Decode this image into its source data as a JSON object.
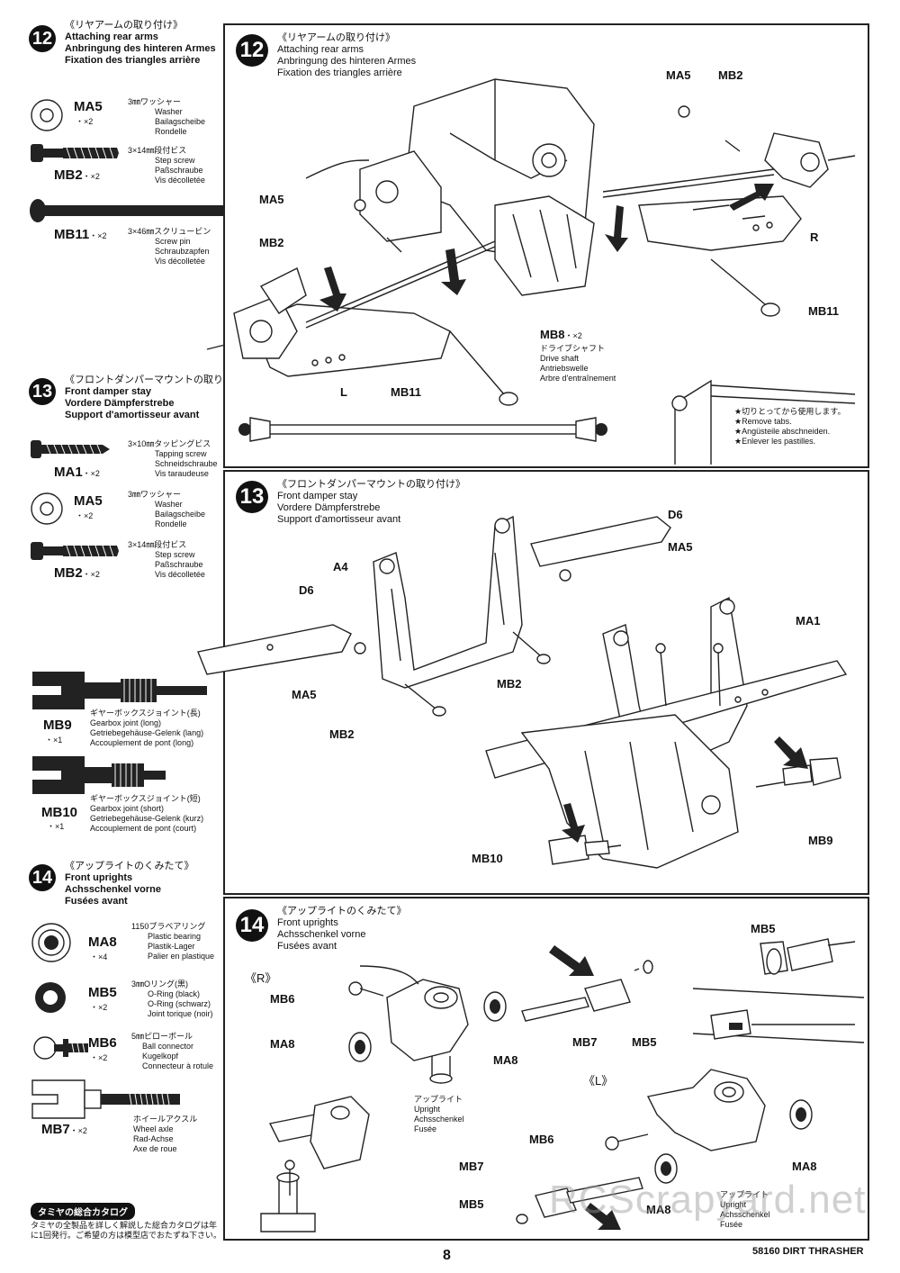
{
  "page_number": "8",
  "footer_model": "58160 DIRT THRASHER",
  "watermark": "RCScrapyard.net",
  "steps": {
    "s12": {
      "number": "12",
      "jp": "《リヤアームの取り付け》",
      "en": "Attaching rear arms",
      "de": "Anbringung des hinteren Armes",
      "fr": "Fixation des triangles arrière"
    },
    "s13": {
      "number": "13",
      "jp": "《フロントダンパーマウントの取り付け》",
      "en": "Front damper stay",
      "de": "Vordere Dämpferstrebe",
      "fr": "Support d'amortisseur avant"
    },
    "s14": {
      "number": "14",
      "jp": "《アップライトのくみたて》",
      "en": "Front uprights",
      "de": "Achsschenkel vorne",
      "fr": "Fusées avant"
    }
  },
  "left_parts": {
    "p12_ma5": {
      "code": "MA5",
      "qty": "・×2",
      "jp": "3㎜ワッシャー",
      "en": "Washer",
      "de": "Bailagscheibe",
      "fr": "Rondelle"
    },
    "p12_mb2": {
      "code": "MB2",
      "qty": "・×2",
      "jp": "3×14㎜段付ビス",
      "en": "Step screw",
      "de": "Paßschraube",
      "fr": "Vis décolletée"
    },
    "p12_mb11": {
      "code": "MB11",
      "qty": "・×2",
      "jp": "3×46㎜スクリュービン",
      "en": "Screw pin",
      "de": "Schraubzapfen",
      "fr": "Vis décolletée"
    },
    "p13_ma1": {
      "code": "MA1",
      "qty": "・×2",
      "jp": "3×10㎜タッピングビス",
      "en": "Tapping screw",
      "de": "Schneidschraube",
      "fr": "Vis taraudeuse"
    },
    "p13_ma5": {
      "code": "MA5",
      "qty": "・×2",
      "jp": "3㎜ワッシャー",
      "en": "Washer",
      "de": "Bailagscheibe",
      "fr": "Rondelle"
    },
    "p13_mb2": {
      "code": "MB2",
      "qty": "・×2",
      "jp": "3×14㎜段付ビス",
      "en": "Step screw",
      "de": "Paßschraube",
      "fr": "Vis décolletée"
    },
    "p13_mb9": {
      "code": "MB9",
      "qty": "・×1",
      "jp": "ギヤーボックスジョイント(長)",
      "en": "Gearbox joint (long)",
      "de": "Getriebegehäuse-Gelenk (lang)",
      "fr": "Accouplement de pont (long)"
    },
    "p13_mb10": {
      "code": "MB10",
      "qty": "・×1",
      "jp": "ギヤーボックスジョイント(短)",
      "en": "Gearbox joint (short)",
      "de": "Getriebegehäuse-Gelenk (kurz)",
      "fr": "Accouplement de pont (court)"
    },
    "p14_ma8": {
      "code": "MA8",
      "qty": "・×4",
      "jp": "1150プラベアリング",
      "en": "Plastic bearing",
      "de": "Plastik-Lager",
      "fr": "Palier en plastique"
    },
    "p14_mb5": {
      "code": "MB5",
      "qty": "・×2",
      "jp": "3㎜Oリング(黒)",
      "en": "O-Ring (black)",
      "de": "O-Ring (schwarz)",
      "fr": "Joint torique (noir)"
    },
    "p14_mb6": {
      "code": "MB6",
      "qty": "・×2",
      "jp": "5㎜ピローボール",
      "en": "Ball connector",
      "de": "Kugelkopf",
      "fr": "Connecteur à rotule"
    },
    "p14_mb7": {
      "code": "MB7",
      "qty": "・×2",
      "jp": "ホイールアクスル",
      "en": "Wheel axle",
      "de": "Rad-Achse",
      "fr": "Axe de roue"
    }
  },
  "catalog": {
    "head": "タミヤの総合カタログ",
    "text": "タミヤの全製品を詳しく解説した総合カタログは年に1回発行。ご希望の方は模型店でおたずね下さい。"
  },
  "panel12": {
    "labels": {
      "ma5_a": "MA5",
      "mb2_a": "MB2",
      "ma5_b": "MA5",
      "mb2_b": "MB2",
      "r": "R",
      "l": "L",
      "mb11_a": "MB11",
      "mb11_b": "MB11",
      "mb8": "MB8",
      "mb8_qty": "・×2"
    },
    "drive_shaft": {
      "jp": "ドライブシャフト",
      "en": "Drive shaft",
      "de": "Antriebswelle",
      "fr": "Arbre d'entraînement"
    },
    "tabs_note": {
      "jp": "★切りとってから使用します。",
      "en": "★Remove tabs.",
      "de": "★Angüsteile abschneiden.",
      "fr": "★Enlever les pastilles."
    }
  },
  "panel13": {
    "labels": {
      "d6_a": "D6",
      "ma5_a": "MA5",
      "a4": "A4",
      "d6_b": "D6",
      "ma1": "MA1",
      "ma5_b": "MA5",
      "mb2_a": "MB2",
      "mb2_b": "MB2",
      "mb9": "MB9",
      "mb10": "MB10"
    }
  },
  "panel14": {
    "labels": {
      "r": "《R》",
      "l": "《L》",
      "mb5_a": "MB5",
      "mb6_a": "MB6",
      "ma8_a": "MA8",
      "ma8_b": "MA8",
      "mb7_a": "MB7",
      "mb5_b": "MB5",
      "mb6_b": "MB6",
      "mb7_b": "MB7",
      "mb5_c": "MB5",
      "ma8_c": "MA8",
      "ma8_d": "MA8"
    },
    "upright_a": {
      "jp": "アップライト",
      "en": "Upright",
      "de": "Achsschenkel",
      "fr": "Fusée"
    },
    "upright_b": {
      "jp": "アップライト",
      "en": "Upright",
      "de": "Achsschenkel",
      "fr": "Fusée"
    }
  }
}
